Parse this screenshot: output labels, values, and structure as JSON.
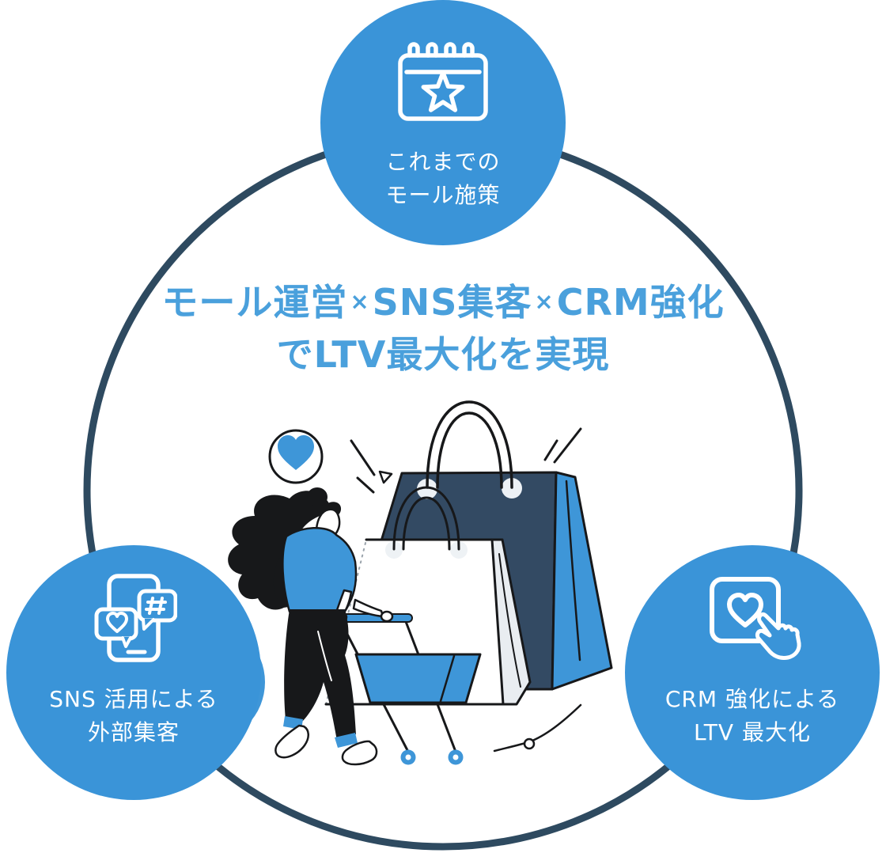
{
  "diagram": {
    "headline": {
      "segment1": "モール運営",
      "times1": "×",
      "segment2": "SNS集客",
      "times2": "×",
      "segment3": "CRM強化",
      "line2": "でLTV最大化を実現",
      "color": "#4aa0dc"
    },
    "ring": {
      "color": "#2e4a60"
    },
    "node_color": "#3a94d8",
    "nodes": {
      "top": {
        "line1": "これまでの",
        "line2": "モール施策",
        "icon": "calendar-star-icon"
      },
      "left": {
        "line1": "SNS 活用による",
        "line2": "外部集客",
        "icon": "smartphone-sns-icon"
      },
      "right": {
        "line1": "CRM 強化による",
        "line2": "LTV 最大化",
        "icon": "tap-heart-icon"
      }
    },
    "illustration": {
      "elements": [
        "heart-badge-icon",
        "sparkle-lines",
        "navy-shopping-bag",
        "white-shopping-bag",
        "shopping-cart",
        "woman-shopper",
        "ground-swoosh"
      ],
      "navy": "#334a63",
      "blue": "#3e96d8",
      "outline": "#17181a"
    }
  }
}
